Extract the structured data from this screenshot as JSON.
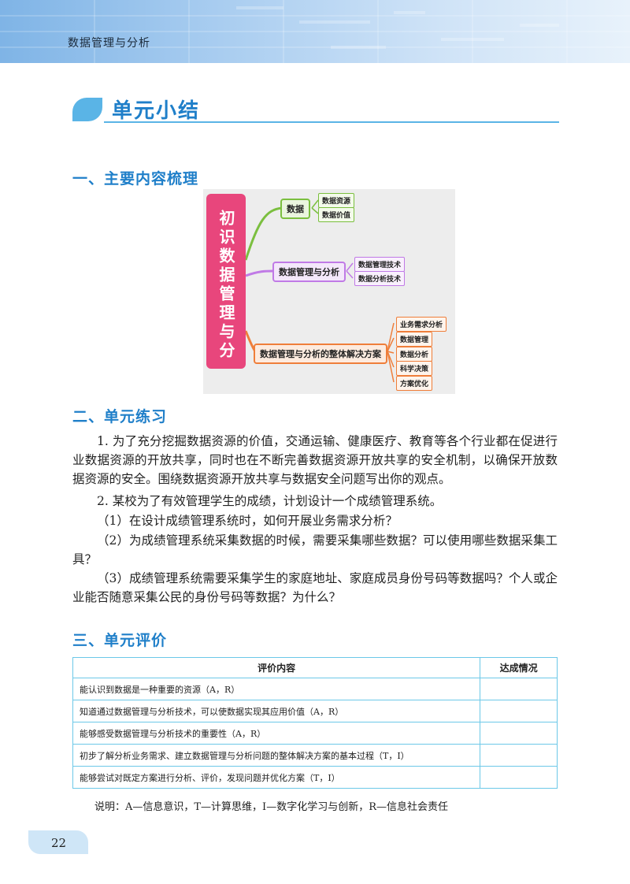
{
  "header": {
    "title": "数据管理与分析"
  },
  "summary": {
    "title": "单元小结"
  },
  "section1": {
    "title": "一、主要内容梳理",
    "mindmap": {
      "root": "初识数据管理与分析",
      "branch1": {
        "label": "数据",
        "items": [
          "数据资源",
          "数据价值"
        ]
      },
      "branch2": {
        "label": "数据管理与分析",
        "items": [
          "数据管理技术",
          "数据分析技术"
        ]
      },
      "branch3": {
        "label": "数据管理与分析的整体解决方案",
        "items": [
          "业务需求分析",
          "数据管理",
          "数据分析",
          "科学决策",
          "方案优化"
        ]
      }
    }
  },
  "section2": {
    "title": "二、单元练习",
    "p1": "1. 为了充分挖掘数据资源的价值，交通运输、健康医疗、教育等各个行业都在促进行业数据资源的开放共享，同时也在不断完善数据资源开放共享的安全机制，以确保开放数据资源的安全。围绕数据资源开放共享与数据安全问题写出你的观点。",
    "p2": "2. 某校为了有效管理学生的成绩，计划设计一个成绩管理系统。",
    "q1": "（1）在设计成绩管理系统时，如何开展业务需求分析？",
    "q2": "（2）为成绩管理系统采集数据的时候，需要采集哪些数据？可以使用哪些数据采集工具？",
    "q3": "（3）成绩管理系统需要采集学生的家庭地址、家庭成员身份号码等数据吗？个人或企业能否随意采集公民的身份号码等数据？为什么？"
  },
  "section3": {
    "title": "三、单元评价",
    "headers": [
      "评价内容",
      "达成情况"
    ],
    "rows": [
      "能认识到数据是一种重要的资源（A，R）",
      "知道通过数据管理与分析技术，可以使数据实现其应用价值（A，R）",
      "能够感受数据管理与分析技术的重要性（A，R）",
      "初步了解分析业务需求、建立数据管理与分析问题的整体解决方案的基本过程（T，I）",
      "能够尝试对既定方案进行分析、评价，发现问题并优化方案（T，I）"
    ],
    "note": "说明：A—信息意识，T—计算思维，I—数字化学习与创新，R—信息社会责任"
  },
  "page_number": "22"
}
